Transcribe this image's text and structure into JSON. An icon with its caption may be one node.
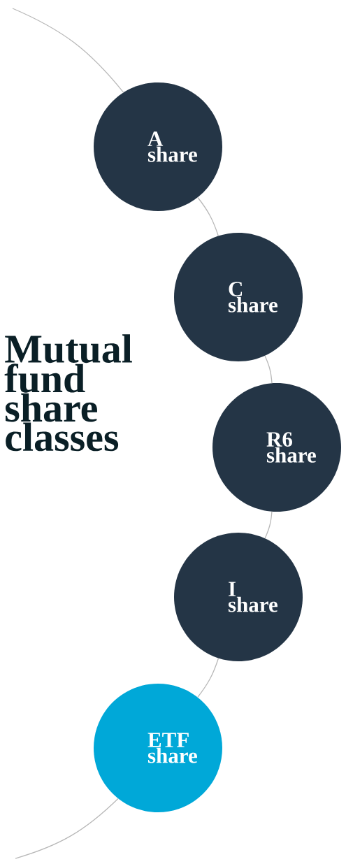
{
  "diagram": {
    "title": "Mutual fund share classes",
    "nodes": [
      {
        "text": [
          "A share"
        ]
      },
      {
        "text": [
          "C share"
        ]
      },
      {
        "text": [
          "R6 share"
        ]
      },
      {
        "text": [
          "I share"
        ]
      },
      {
        "text": [
          "ETF share"
        ]
      }
    ],
    "edges": [
      {
        "from": null,
        "to": 0,
        "arrow": "none"
      },
      {
        "from": 0,
        "to": 1,
        "arrow": "none"
      },
      {
        "from": 1,
        "to": 2,
        "arrow": "none"
      },
      {
        "from": 2,
        "to": 3,
        "arrow": "none"
      },
      {
        "from": 3,
        "to": 4,
        "arrow": "none"
      },
      {
        "from": 4,
        "to": null,
        "arrow": "none"
      }
    ]
  }
}
